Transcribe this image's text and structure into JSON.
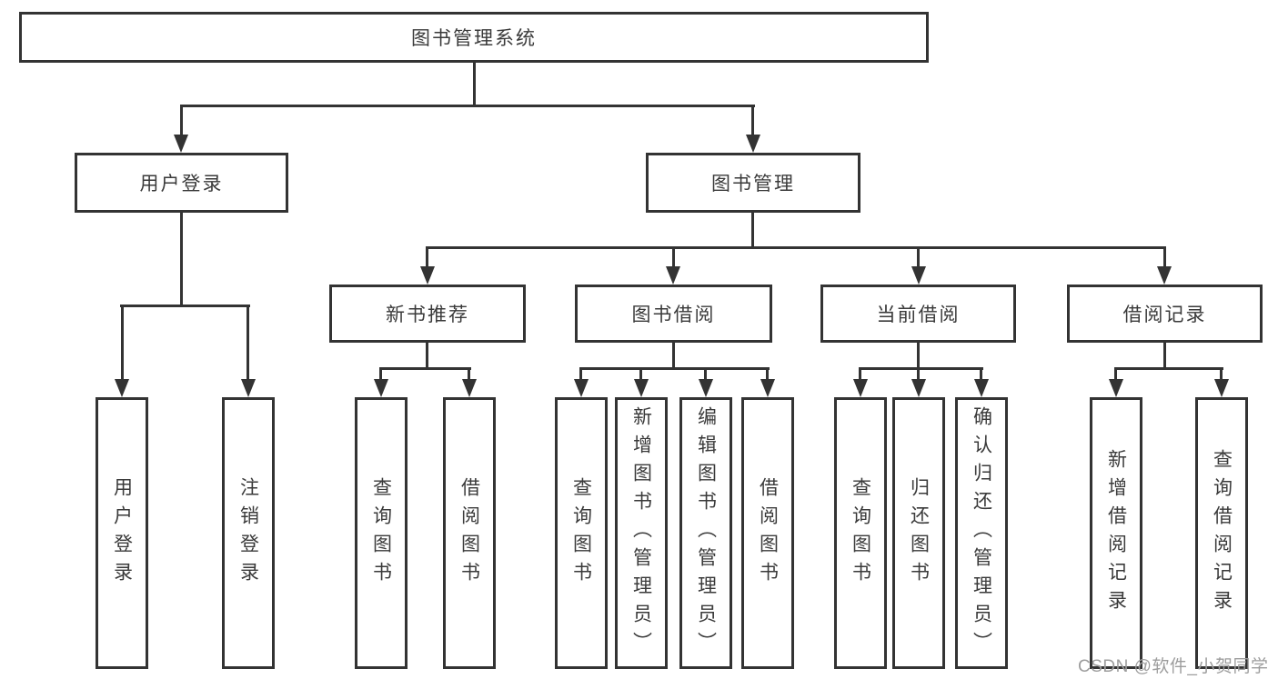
{
  "diagram_type": "hierarchy-tree",
  "colors": {
    "line": "#333333",
    "text": "#3a3a3a",
    "background": "#ffffff",
    "watermark": "#9d9d9d"
  },
  "tree": {
    "root": {
      "label": "图书管理系统",
      "children": [
        {
          "label": "用户登录",
          "children": [
            {
              "label": "用户登录"
            },
            {
              "label": "注销登录"
            }
          ]
        },
        {
          "label": "图书管理",
          "children": [
            {
              "label": "新书推荐",
              "children": [
                {
                  "label": "查询图书"
                },
                {
                  "label": "借阅图书"
                }
              ]
            },
            {
              "label": "图书借阅",
              "children": [
                {
                  "label": "查询图书"
                },
                {
                  "label": "新增图书（管理员）"
                },
                {
                  "label": "编辑图书（管理员）"
                },
                {
                  "label": "借阅图书"
                }
              ]
            },
            {
              "label": "当前借阅",
              "children": [
                {
                  "label": "查询图书"
                },
                {
                  "label": "归还图书"
                },
                {
                  "label": "确认归还（管理员）"
                }
              ]
            },
            {
              "label": "借阅记录",
              "children": [
                {
                  "label": "新增借阅记录"
                },
                {
                  "label": "查询借阅记录"
                }
              ]
            }
          ]
        }
      ]
    }
  },
  "watermark": {
    "text": "CSDN @软件_小贺同学"
  }
}
